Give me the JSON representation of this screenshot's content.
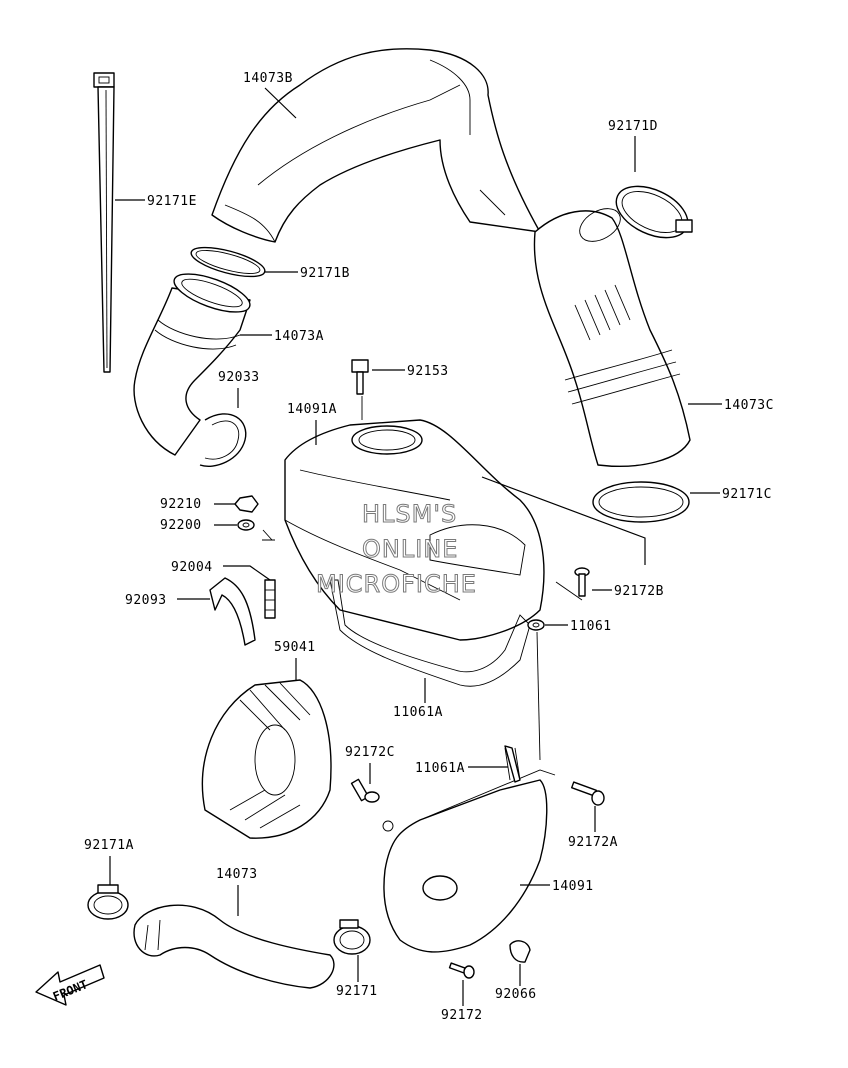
{
  "watermark": {
    "line1": "HLSM'S",
    "line2": "ONLINE",
    "line3": "MICROFICHE"
  },
  "front_arrow": {
    "label": "FRONT"
  },
  "part_labels": {
    "p14073B": "14073B",
    "p92171E": "92171E",
    "p92171D": "92171D",
    "p92171B": "92171B",
    "p14073A": "14073A",
    "p92153": "92153",
    "p92033": "92033",
    "p14091A": "14091A",
    "p14073C": "14073C",
    "p92210": "92210",
    "p92171C": "92171C",
    "p92200": "92200",
    "p92004": "92004",
    "p92172B": "92172B",
    "p92093": "92093",
    "p11061": "11061",
    "p59041": "59041",
    "p11061A_1": "11061A",
    "p92172C": "92172C",
    "p11061A_2": "11061A",
    "p92172A": "92172A",
    "p92171A": "92171A",
    "p14073": "14073",
    "p14091": "14091",
    "p92171": "92171",
    "p92066": "92066",
    "p92172": "92172"
  }
}
